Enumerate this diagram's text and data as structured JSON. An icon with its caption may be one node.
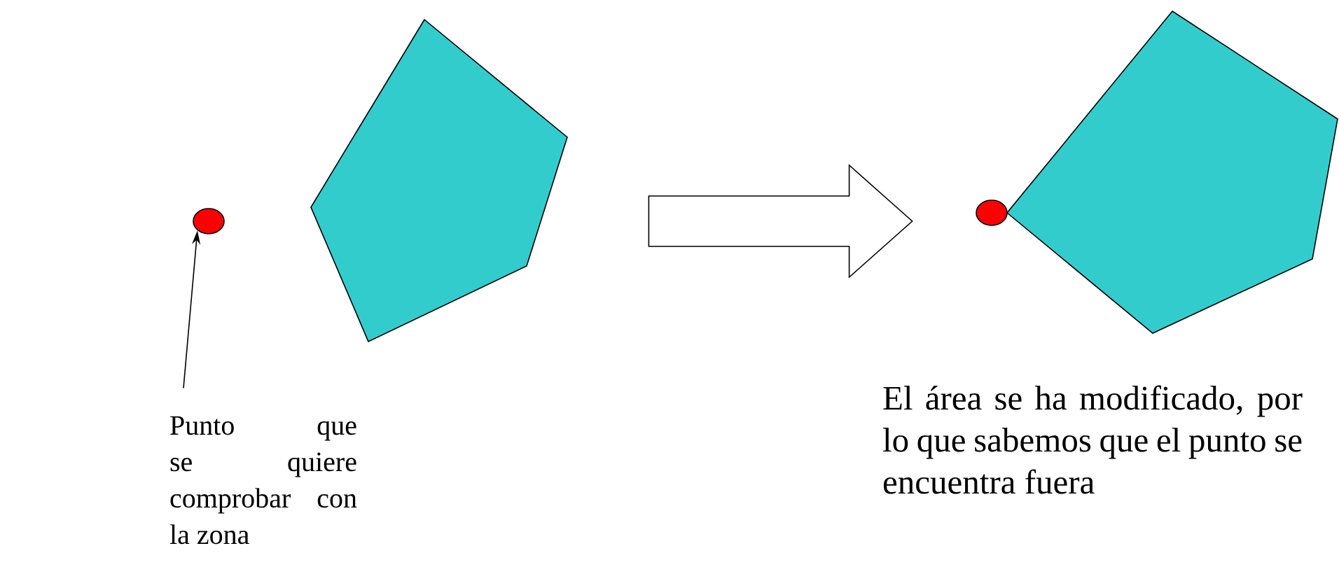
{
  "diagram": {
    "nodes": [
      {
        "text": [],
        "shape": "circle"
      },
      {
        "text": [],
        "shape": "pentagon"
      },
      {
        "text": [],
        "shape": "pentagon"
      },
      {
        "text": [],
        "shape": "circle"
      },
      {
        "text": [
          "Punto que se quiere comprobar con la zona"
        ]
      },
      {
        "text": [
          "El área se ha modificado, por lo que sabemos que el punto se encuentra fuera"
        ]
      }
    ],
    "edges": [
      {
        "from": 4,
        "to": 0,
        "arrow": "to"
      },
      {
        "from": 1,
        "to": 2,
        "arrow": "to"
      }
    ]
  }
}
